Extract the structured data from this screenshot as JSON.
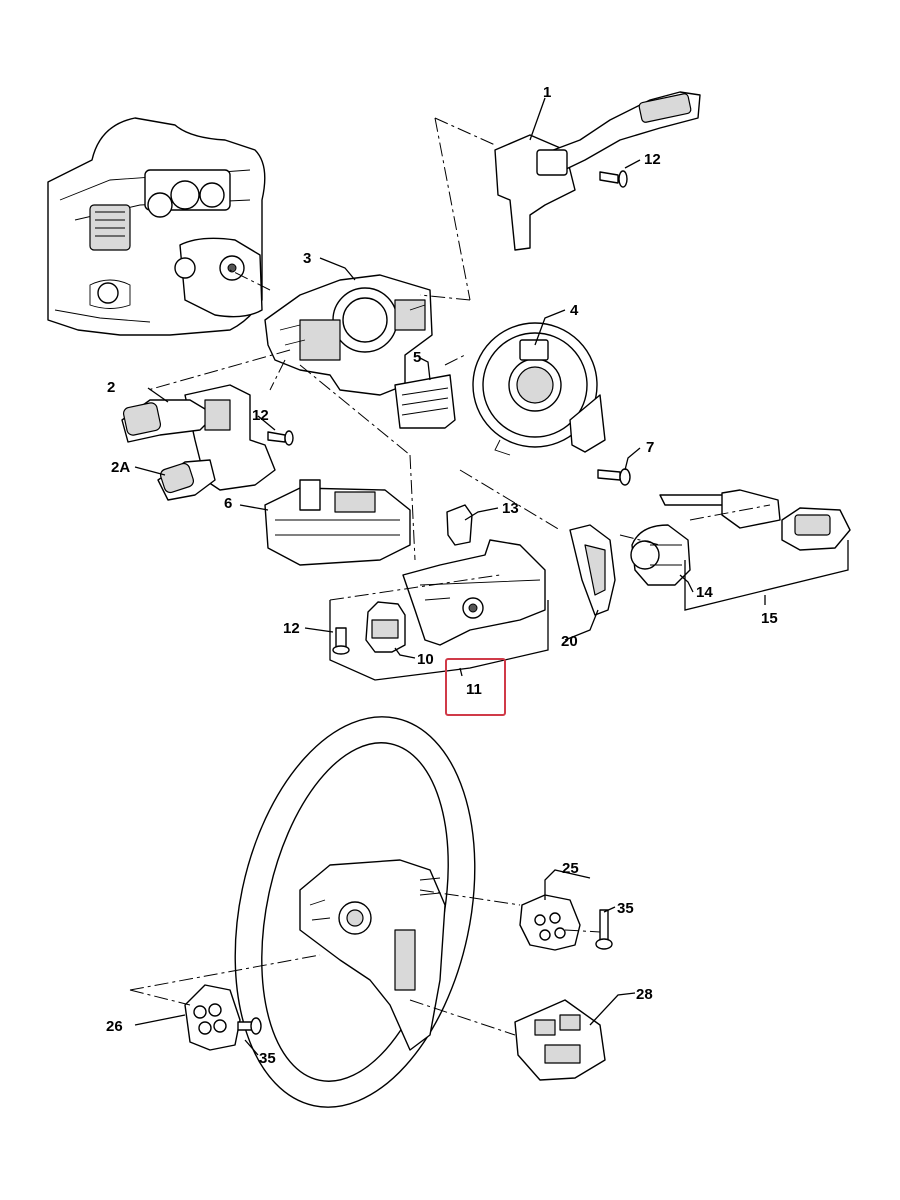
{
  "labels": {
    "p1": "1",
    "p2": "2",
    "p2a": "2A",
    "p3": "3",
    "p4": "4",
    "p5": "5",
    "p6": "6",
    "p7": "7",
    "p10": "10",
    "p11": "11",
    "p12a": "12",
    "p12b": "12",
    "p12c": "12",
    "p13": "13",
    "p14": "14",
    "p15": "15",
    "p20": "20",
    "p25": "25",
    "p26": "26",
    "p28": "28",
    "p35a": "35",
    "p35b": "35"
  },
  "highlight": {
    "part": "11",
    "color": "#d03a48"
  }
}
